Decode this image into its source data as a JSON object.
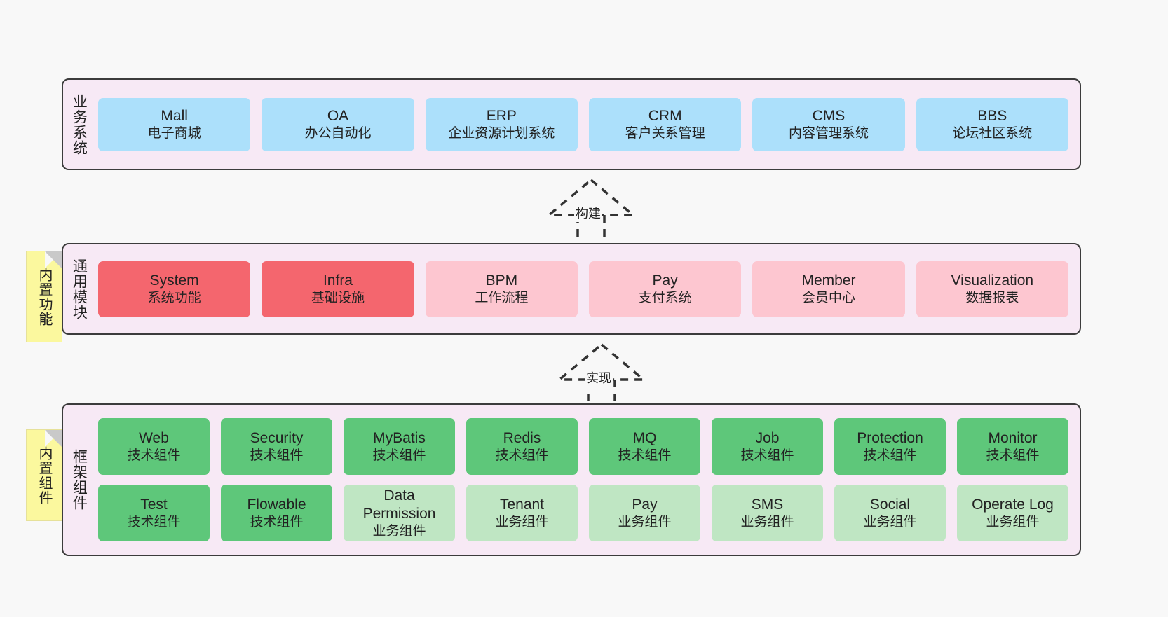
{
  "diagram": {
    "layers": [
      {
        "id": "business",
        "title": "业务系统",
        "rows": [
          {
            "cards": [
              {
                "name": "Mall",
                "desc": "电子商城",
                "style": "blue"
              },
              {
                "name": "OA",
                "desc": "办公自动化",
                "style": "blue"
              },
              {
                "name": "ERP",
                "desc": "企业资源计划系统",
                "style": "blue"
              },
              {
                "name": "CRM",
                "desc": "客户关系管理",
                "style": "blue"
              },
              {
                "name": "CMS",
                "desc": "内容管理系统",
                "style": "blue"
              },
              {
                "name": "BBS",
                "desc": "论坛社区系统",
                "style": "blue"
              }
            ]
          }
        ]
      },
      {
        "id": "common",
        "title": "通用模块",
        "rows": [
          {
            "cards": [
              {
                "name": "System",
                "desc": "系统功能",
                "style": "red"
              },
              {
                "name": "Infra",
                "desc": "基础设施",
                "style": "red"
              },
              {
                "name": "BPM",
                "desc": "工作流程",
                "style": "pink"
              },
              {
                "name": "Pay",
                "desc": "支付系统",
                "style": "pink"
              },
              {
                "name": "Member",
                "desc": "会员中心",
                "style": "pink"
              },
              {
                "name": "Visualization",
                "desc": "数据报表",
                "style": "pink"
              }
            ]
          }
        ]
      },
      {
        "id": "framework",
        "title": "框架组件",
        "rows": [
          {
            "cards": [
              {
                "name": "Web",
                "desc": "技术组件",
                "style": "green"
              },
              {
                "name": "Security",
                "desc": "技术组件",
                "style": "green"
              },
              {
                "name": "MyBatis",
                "desc": "技术组件",
                "style": "green"
              },
              {
                "name": "Redis",
                "desc": "技术组件",
                "style": "green"
              },
              {
                "name": "MQ",
                "desc": "技术组件",
                "style": "green"
              },
              {
                "name": "Job",
                "desc": "技术组件",
                "style": "green"
              },
              {
                "name": "Protection",
                "desc": "技术组件",
                "style": "green"
              },
              {
                "name": "Monitor",
                "desc": "技术组件",
                "style": "green"
              }
            ]
          },
          {
            "cards": [
              {
                "name": "Test",
                "desc": "技术组件",
                "style": "green"
              },
              {
                "name": "Flowable",
                "desc": "技术组件",
                "style": "green"
              },
              {
                "name": "Data Permission",
                "desc": "业务组件",
                "style": "greenlight"
              },
              {
                "name": "Tenant",
                "desc": "业务组件",
                "style": "greenlight"
              },
              {
                "name": "Pay",
                "desc": "业务组件",
                "style": "greenlight"
              },
              {
                "name": "SMS",
                "desc": "业务组件",
                "style": "greenlight"
              },
              {
                "name": "Social",
                "desc": "业务组件",
                "style": "greenlight"
              },
              {
                "name": "Operate Log",
                "desc": "业务组件",
                "style": "greenlight"
              }
            ]
          }
        ]
      }
    ],
    "notes": [
      {
        "id": "builtin-func",
        "label": "内置功能"
      },
      {
        "id": "builtin-comp",
        "label": "内置组件"
      }
    ],
    "connectors": [
      {
        "id": "build",
        "label": "构建"
      },
      {
        "id": "impl",
        "label": "实现"
      }
    ],
    "colors": {
      "panel_background": "#f7e9f5",
      "panel_border": "#3c3c3c",
      "blue": "#ace0fb",
      "red": "#f4666e",
      "pink": "#fdc6d0",
      "green": "#5ec77a",
      "green_light": "#bfe6c3",
      "note_yellow": "#fbf89e",
      "canvas": "#f8f8f8"
    }
  }
}
